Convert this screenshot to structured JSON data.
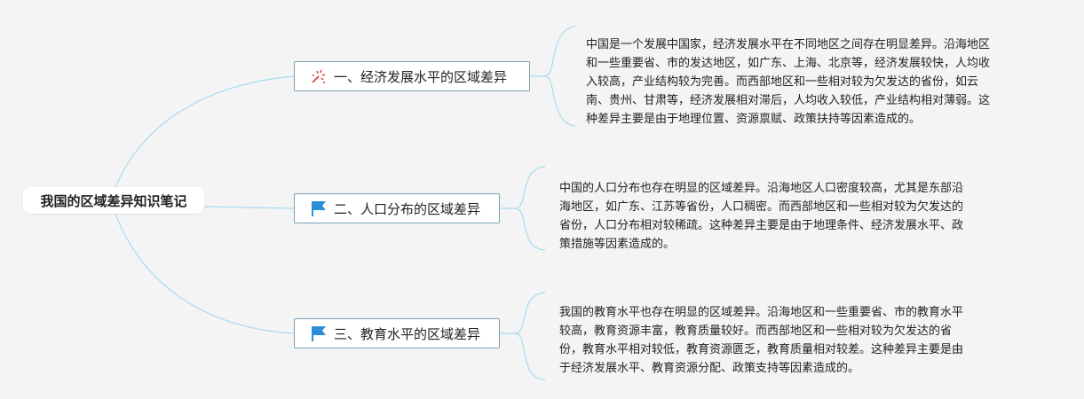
{
  "mindmap": {
    "root": {
      "label": "我国的区域差异知识笔记"
    },
    "branches": [
      {
        "label": "一、经济发展水平的区域差异",
        "icon": "fireworks-icon",
        "note_lines": [
          "中国是一个发展中国家，经济发展水平在不同地区之间存在明显差异。沿海地区",
          "和一些重要省、市的发达地区，如广东、上海、北京等，经济发展较快，人均收",
          "入较高，产业结构较为完善。而西部地区和一些相对较为欠发达的省份，如云",
          "南、贵州、甘肃等，经济发展相对滞后，人均收入较低，产业结构相对薄弱。这",
          "种差异主要是由于地理位置、资源禀赋、政策扶持等因素造成的。"
        ]
      },
      {
        "label": "二、人口分布的区域差异",
        "icon": "blue-flag-icon",
        "note_lines": [
          "中国的人口分布也存在明显的区域差异。沿海地区人口密度较高，尤其是东部沿",
          "海地区，如广东、江苏等省份，人口稠密。而西部地区和一些相对较为欠发达的",
          "省份，人口分布相对较稀疏。这种差异主要是由于地理条件、经济发展水平、政",
          "策措施等因素造成的。"
        ]
      },
      {
        "label": "三、教育水平的区域差异",
        "icon": "blue-flag-icon",
        "note_lines": [
          "我国的教育水平也存在明显的区域差异。沿海地区和一些重要省、市的教育水平",
          "较高，教育资源丰富，教育质量较好。而西部地区和一些相对较为欠发达的省",
          "份，教育水平相对较低，教育资源匮乏，教育质量相对较差。这种差异主要是由",
          "于经济发展水平、教育资源分配、政策支持等因素造成的。"
        ]
      }
    ],
    "colors": {
      "connector": "#a8daf0",
      "branch_border": "#7aa2b4",
      "flag": "#2a8fd8",
      "fireworks": "#d93a2b",
      "background": "#f4f4f4"
    }
  }
}
